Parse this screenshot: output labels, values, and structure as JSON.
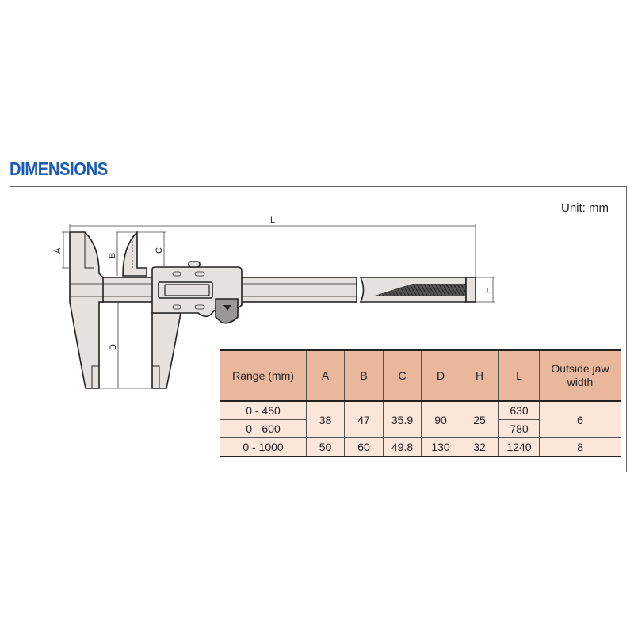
{
  "title": "DIMENSIONS",
  "unit_label": "Unit: mm",
  "diagram_labels": {
    "L": "L",
    "A": "A",
    "B": "B",
    "C": "C",
    "D": "D",
    "H": "H"
  },
  "table": {
    "headers": [
      "Range (mm)",
      "A",
      "B",
      "C",
      "D",
      "H",
      "L",
      "Outside jaw width"
    ],
    "rows": [
      {
        "range": "0 - 450",
        "A": "38",
        "B": "47",
        "C": "35.9",
        "D": "90",
        "H": "25",
        "L": "630",
        "jaw": "6"
      },
      {
        "range": "0 - 600",
        "L": "780"
      },
      {
        "range": "0 - 1000",
        "A": "50",
        "B": "60",
        "C": "49.8",
        "D": "130",
        "H": "32",
        "L": "1240",
        "jaw": "8"
      }
    ]
  },
  "colors": {
    "title": "#1d5bb8",
    "header_bg": "#e9b89c",
    "row_bg": "#fbe6da",
    "caliper_fill": "#e4e1de"
  }
}
